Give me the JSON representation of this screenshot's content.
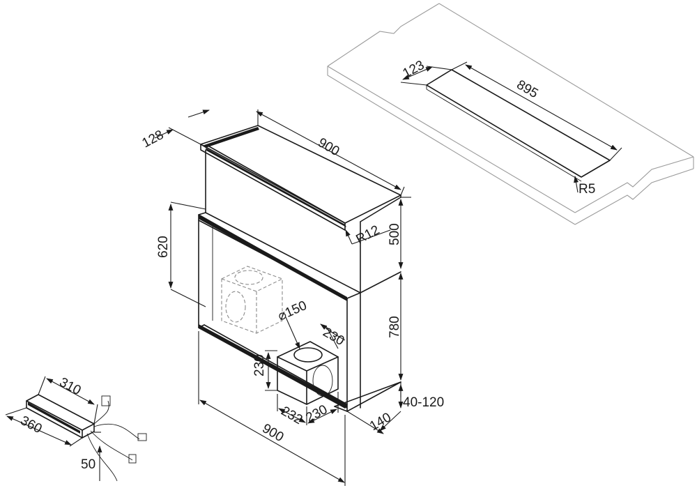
{
  "dimensions": {
    "slot_width": "123",
    "slot_length": "895",
    "slot_radius": "R5",
    "top_depth": "128",
    "top_width": "900",
    "raised_height": "620",
    "edge_radius": "R12",
    "upper_height": "500",
    "lower_height": "780",
    "duct_diameter": "⌀150",
    "motor_offset": "230",
    "motor_height": "230",
    "motor_width": "232",
    "motor_depth": "230",
    "plinth_height": "40-120",
    "depth": "140",
    "base_width": "900",
    "box_length": "310",
    "box_width": "360",
    "box_height": "50"
  },
  "colors": {
    "line": "#1a1a1a",
    "hidden": "#8a8a8a",
    "worktop": "#9a9a9a"
  }
}
